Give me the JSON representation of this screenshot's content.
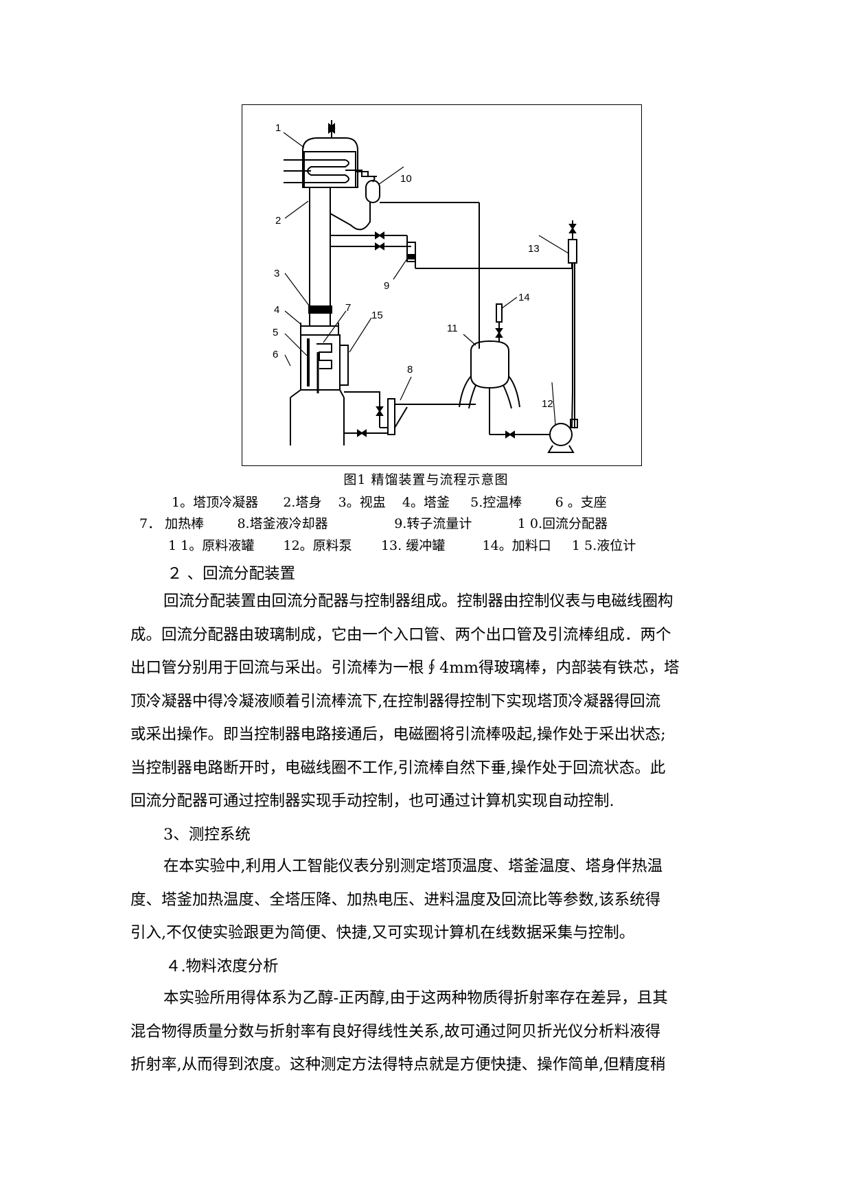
{
  "figure": {
    "caption": "图1      精馏装置与流程示意图",
    "labels": [
      "1",
      "2",
      "3",
      "4",
      "5",
      "6",
      "7",
      "8",
      "9",
      "10",
      "11",
      "12",
      "13",
      "14",
      "15"
    ],
    "legend_lines": [
      "1。塔顶冷凝器      2.塔身    3。视盅    4。塔釜     5.控温棒        6 。支座",
      "7． 加热棒        8.塔釜液冷却器                9.转子流量计           1 0.回流分配器",
      "1 1。原料液罐       12。原料泵       13. 缓冲罐         14。加料口     1 5.液位计"
    ]
  },
  "section2": {
    "heading": "２ 、回流分配装置",
    "lines": [
      "回流分配装置由回流分配器与控制器组成。控制器由控制仪表与电磁线圈构",
      "成。回流分配器由玻璃制成，它由一个入口管、两个出口管及引流棒组成．两个",
      "出口管分别用于回流与采出。引流棒为一根∮4mm得玻璃棒，内部装有铁芯，塔",
      "顶冷凝器中得冷凝液顺着引流棒流下,在控制器得控制下实现塔顶冷凝器得回流",
      "或采出操作。即当控制器电路接通后，电磁圈将引流棒吸起,操作处于采出状态;",
      "当控制器电路断开时，电磁线圈不工作,引流棒自然下垂,操作处于回流状态。此",
      "回流分配器可通过控制器实现手动控制，也可通过计算机实现自动控制."
    ]
  },
  "section3": {
    "heading": "3、测控系统",
    "lines": [
      "在本实验中,利用人工智能仪表分别测定塔顶温度、塔釜温度、塔身伴热温",
      "度、塔釜加热温度、全塔压降、加热电压、进料温度及回流比等参数,该系统得",
      "引入,不仅使实验跟更为简便、快捷,又可实现计算机在线数据采集与控制。"
    ]
  },
  "section4": {
    "heading": "４.物料浓度分析",
    "lines": [
      "本实验所用得体系为乙醇-正丙醇,由于这两种物质得折射率存在差异，且其",
      "混合物得质量分数与折射率有良好得线性关系,故可通过阿贝折光仪分析料液得",
      "折射率,从而得到浓度。这种测定方法得特点就是方便快捷、操作简单,但精度稍"
    ]
  }
}
